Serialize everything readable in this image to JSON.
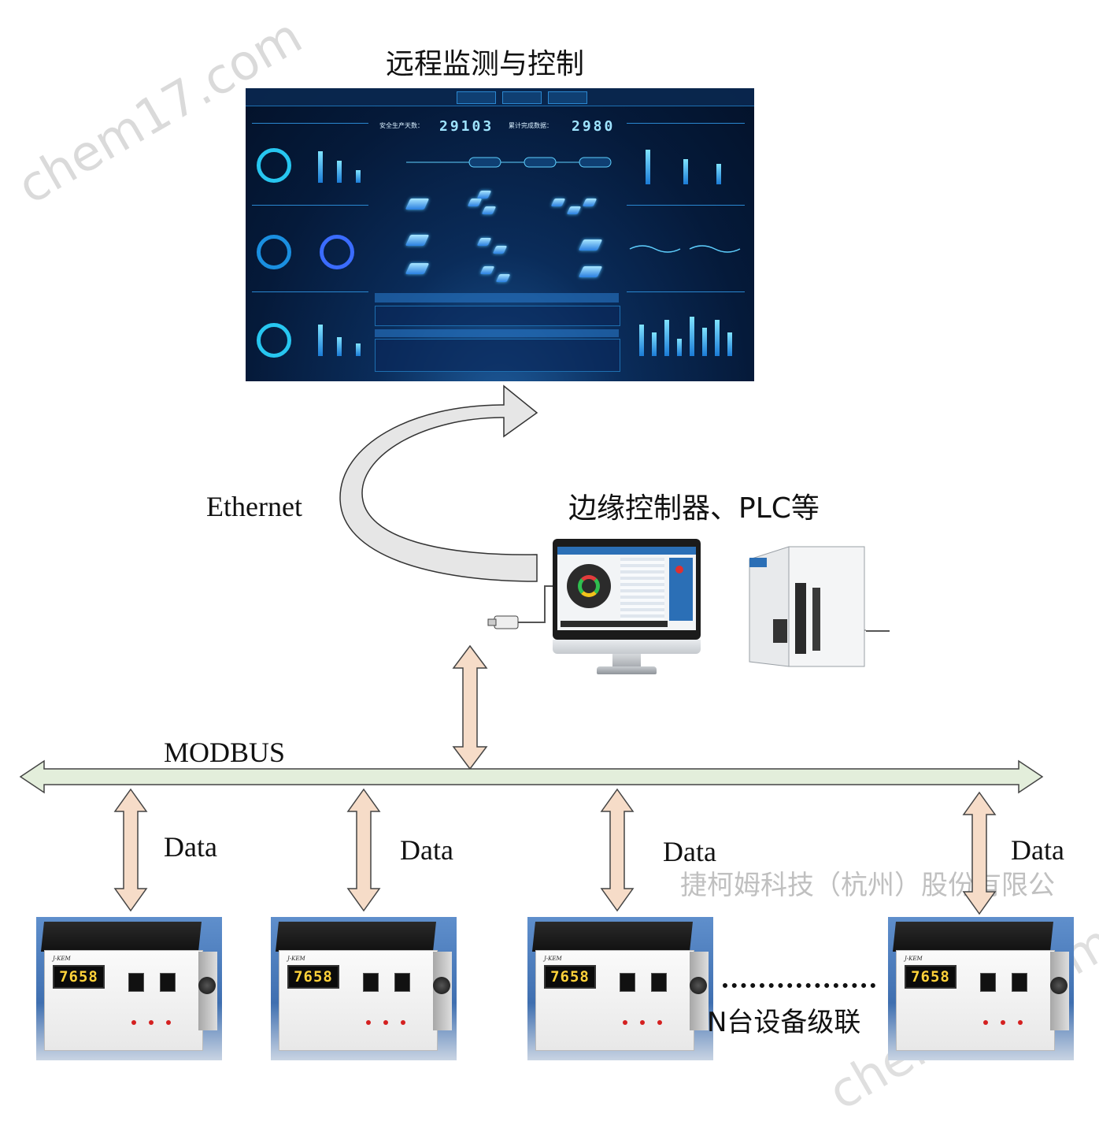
{
  "title_remote": "远程监测与控制",
  "label_ethernet": "Ethernet",
  "label_edge": "边缘控制器、PLC等",
  "label_modbus": "MODBUS",
  "data_labels": [
    "Data",
    "Data",
    "Data",
    "Data"
  ],
  "label_cascade": "N台设备级联",
  "watermark_company": "捷柯姆科技（杭州）股份有限公",
  "watermark_site": "chem17.com",
  "dashboard": {
    "counter_1_label": "安全生产天数：",
    "counter_1_value": "29103",
    "counter_2_label": "累计完成数据：",
    "counter_2_value": "2980",
    "tabs": [
      "",
      "",
      ""
    ]
  },
  "device": {
    "display_value": "7658",
    "brand": "J-KEM"
  },
  "colors": {
    "bus_fill": "#e3eedb",
    "arrow_fill": "#f6dcc8",
    "ethernet_arrow_fill": "#e6e6e6",
    "dashboard_bg": "#0a2c5a",
    "display_digits": "#ffd23a"
  }
}
